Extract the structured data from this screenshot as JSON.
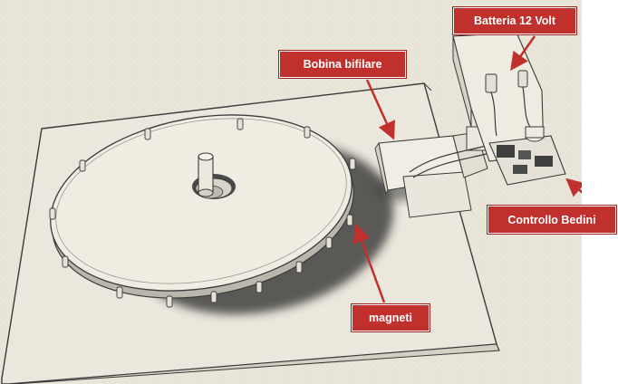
{
  "labels": {
    "battery": "Batteria 12 Volt",
    "coil": "Bobina bifilare",
    "controller": "Controllo Bedini",
    "magnets": "magneti"
  },
  "colors": {
    "background": "#e9e5d8",
    "callout": "#c0302c",
    "callout_text": "#ffffff",
    "sketch_line": "#3a3a3a",
    "shadow": "#2b2b2b"
  }
}
